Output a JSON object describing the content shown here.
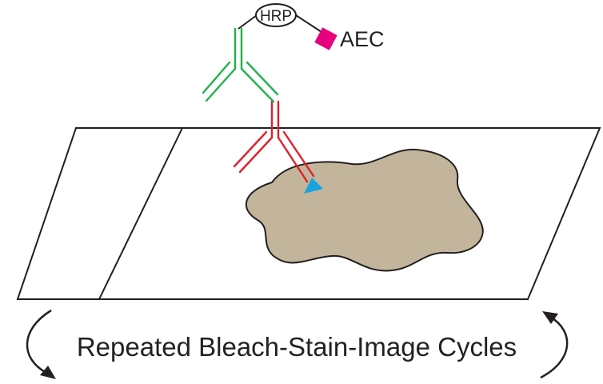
{
  "labels": {
    "enzyme": "HRP",
    "chromogen": "AEC",
    "caption": "Repeated Bleach-Stain-Image Cycles"
  },
  "colors": {
    "secondary_antibody": "#22b14c",
    "primary_antibody": "#e0202a",
    "antigen": "#1aa3e0",
    "chromogen": "#e6007e",
    "tissue": "#c2b59b",
    "outline": "#231f20"
  },
  "icons": {
    "slide": "microscope-slide",
    "tissue": "tissue-section",
    "antigen": "antigen-triangle",
    "primary": "primary-antibody",
    "secondary": "secondary-antibody",
    "enzyme": "hrp-ellipse",
    "chromogen": "aec-square",
    "cycle": "curved-arrows"
  }
}
